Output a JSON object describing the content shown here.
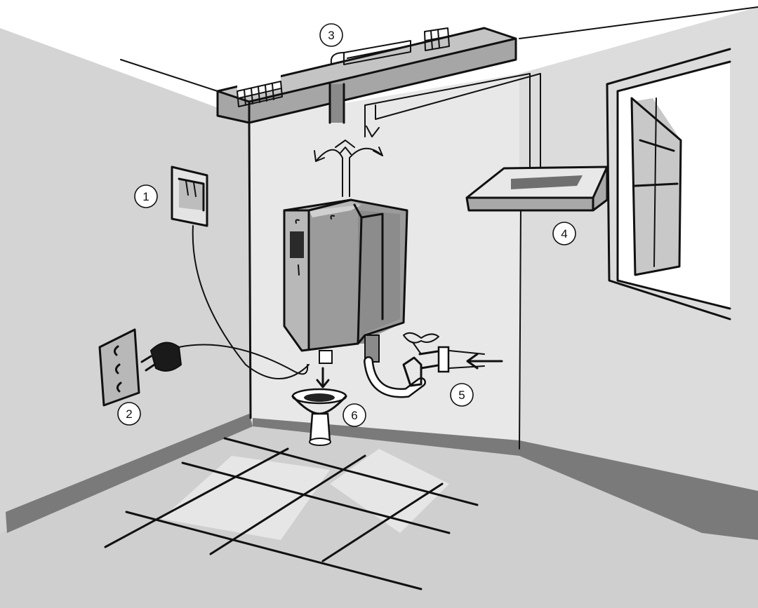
{
  "callouts": [
    {
      "id": "1",
      "label": "1",
      "part": "wall-switch-box"
    },
    {
      "id": "2",
      "label": "2",
      "part": "power-outlet-plug"
    },
    {
      "id": "3",
      "label": "3",
      "part": "ceiling-ventilation-duct"
    },
    {
      "id": "4",
      "label": "4",
      "part": "air-intake-vent"
    },
    {
      "id": "5",
      "label": "5",
      "part": "water-supply-tap"
    },
    {
      "id": "6",
      "label": "6",
      "part": "drain-funnel"
    }
  ],
  "colors": {
    "wall_left": "#d4d4d4",
    "wall_back": "#e3e3e3",
    "floor": "#cfcfcf",
    "floor_tile_light": "#e4e4e4",
    "baseboard": "#7a7a7a",
    "unit_body": "#9b9b9b",
    "unit_front": "#b6b6b6",
    "duct": "#a6a6a6",
    "ink": "#111111"
  }
}
